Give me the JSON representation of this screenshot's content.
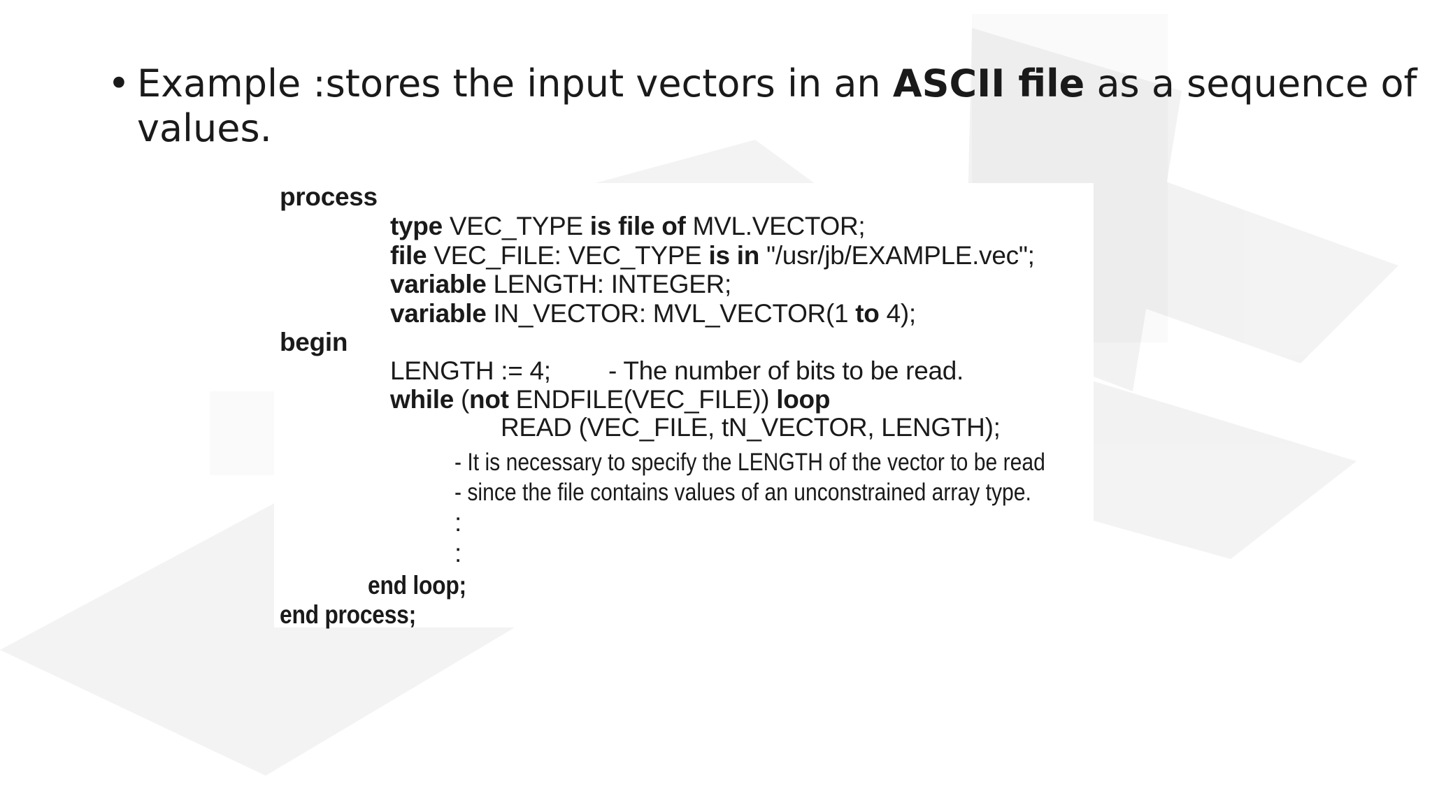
{
  "bullet": {
    "symbol": "•",
    "pre": "Example :stores the input vectors in an ",
    "bold": "ASCII file",
    "post": " as a sequence of",
    "line2": "values."
  },
  "code": {
    "l1": "process",
    "l2_kw1": "type",
    "l2_t1": " VEC_TYPE ",
    "l2_kw2": "is file of",
    "l2_t2": " MVL.VECTOR;",
    "l3_kw1": "file",
    "l3_t1": " VEC_FILE: VEC_TYPE ",
    "l3_kw2": "is in",
    "l3_t2": " \"/usr/jb/EXAMPLE.vec\";",
    "l4_kw1": "variable",
    "l4_t1": " LENGTH: INTEGER;",
    "l5_kw1": "variable",
    "l5_t1": " IN_VECTOR: MVL_VECTOR(1 ",
    "l5_kw2": "to",
    "l5_t2": " 4);",
    "l6": "begin",
    "l7_t1": "LENGTH := 4;",
    "l7_c": "- The number of bits to be read.",
    "l8_kw1": "while",
    "l8_t1": " (",
    "l8_kw2": "not",
    "l8_t2": " ENDFILE(VEC_FILE)) ",
    "l8_kw3": "loop",
    "l9": "READ (VEC_FILE, tN_VECTOR, LENGTH);",
    "c1": "- It is necessary to specify the LENGTH of the vector to be read",
    "c2": "- since the file contains values of an unconstrained array type.",
    "dots1": ":",
    "dots2": ":",
    "l10": "end loop;",
    "l11": "end process;"
  }
}
